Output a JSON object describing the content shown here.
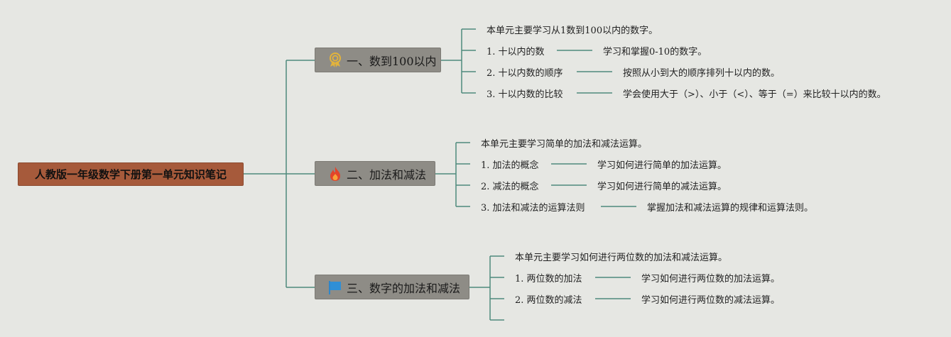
{
  "root": {
    "label": "人教版一年级数学下册第一单元知识笔记"
  },
  "branches": [
    {
      "label": "一、数到100以内",
      "icon": "award-ribbon-icon",
      "intro": "本单元主要学习从1数到100以内的数字。",
      "items": [
        {
          "title": "1. 十以内的数",
          "detail": "学习和掌握0-10的数字。"
        },
        {
          "title": "2. 十以内数的顺序",
          "detail": "按照从小到大的顺序排列十以内的数。"
        },
        {
          "title": "3. 十以内数的比较",
          "detail": "学会使用大于（>）、小于（<）、等于（=）来比较十以内的数。"
        }
      ]
    },
    {
      "label": "二、加法和减法",
      "icon": "fire-icon",
      "intro": "本单元主要学习简单的加法和减法运算。",
      "items": [
        {
          "title": "1. 加法的概念",
          "detail": "学习如何进行简单的加法运算。"
        },
        {
          "title": "2. 减法的概念",
          "detail": "学习如何进行简单的减法运算。"
        },
        {
          "title": "3. 加法和减法的运算法则",
          "detail": "掌握加法和减法运算的规律和运算法则。"
        }
      ]
    },
    {
      "label": "三、数字的加法和减法",
      "icon": "flag-icon",
      "intro": "本单元主要学习如何进行两位数的加法和减法运算。",
      "items": [
        {
          "title": "1. 两位数的加法",
          "detail": "学习如何进行两位数的加法运算。"
        },
        {
          "title": "2. 两位数的减法",
          "detail": "学习如何进行两位数的减法运算。"
        },
        {
          "title": "",
          "detail": ""
        }
      ]
    }
  ],
  "colors": {
    "connector": "#4f8a7d",
    "root_fill": "#a65a3b",
    "branch_fill": "#8e8c86",
    "background": "#e6e7e3"
  }
}
